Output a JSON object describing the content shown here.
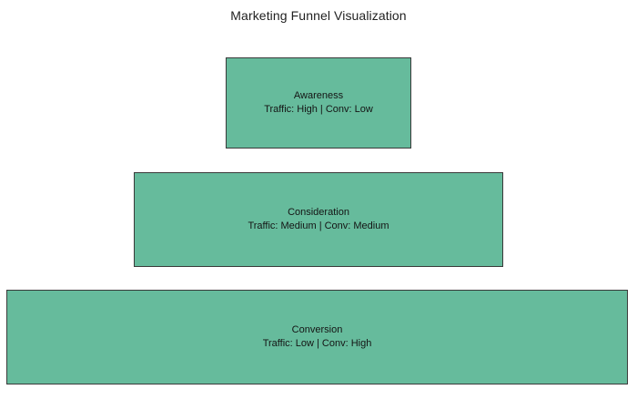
{
  "title": "Marketing Funnel Visualization",
  "colors": {
    "background": "#ffffff",
    "stage_fill": "#66BB9C",
    "stage_border": "#3a3a3a",
    "title_text": "#1f1f1f",
    "stage_text": "#141414"
  },
  "chart_data": {
    "type": "funnel",
    "title": "Marketing Funnel Visualization",
    "orientation": "top-to-bottom",
    "legend": "none",
    "stages": [
      {
        "label": "Awareness",
        "detail": "Traffic: High | Conv: Low",
        "traffic": "High",
        "conversion": "Low",
        "relative_width": 0.29
      },
      {
        "label": "Consideration",
        "detail": "Traffic: Medium | Conv: Medium",
        "traffic": "Medium",
        "conversion": "Medium",
        "relative_width": 0.58
      },
      {
        "label": "Conversion",
        "detail": "Traffic: Low | Conv: High",
        "traffic": "Low",
        "conversion": "High",
        "relative_width": 0.975
      }
    ]
  }
}
